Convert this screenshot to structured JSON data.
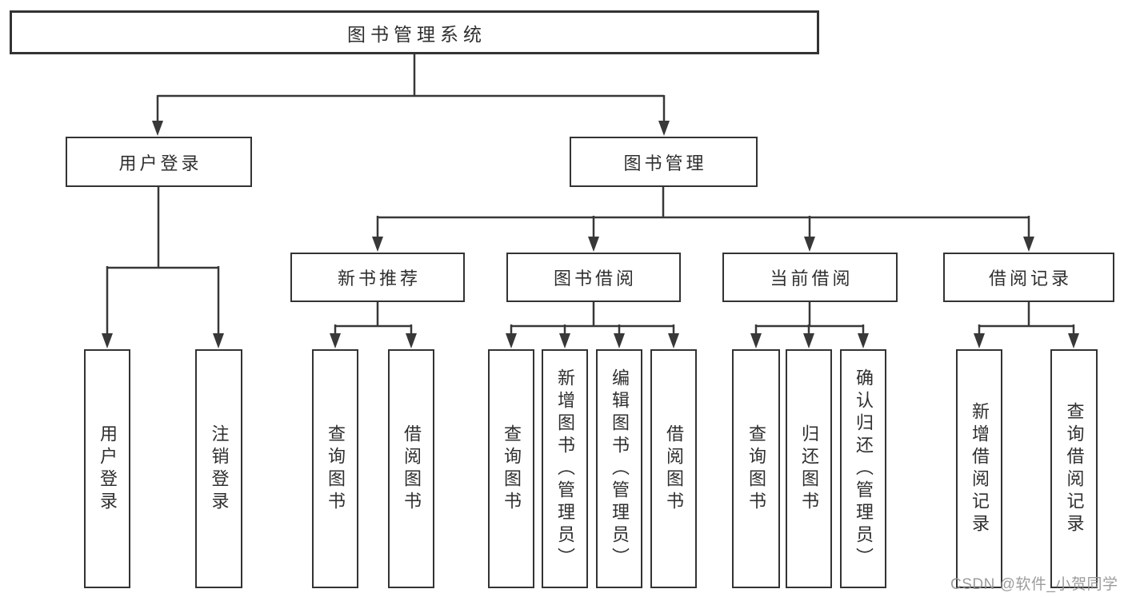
{
  "diagram": {
    "title": "图书管理系统",
    "branches": [
      {
        "label": "用户登录",
        "children": [
          "用户登录",
          "注销登录"
        ]
      },
      {
        "label": "图书管理",
        "groups": [
          {
            "label": "新书推荐",
            "children": [
              "查询图书",
              "借阅图书"
            ]
          },
          {
            "label": "图书借阅",
            "children": [
              "查询图书",
              "新增图书（管理员）",
              "编辑图书（管理员）",
              "借阅图书"
            ]
          },
          {
            "label": "当前借阅",
            "children": [
              "查询图书",
              "归还图书",
              "确认归还（管理员）"
            ]
          },
          {
            "label": "借阅记录",
            "children": [
              "新增借阅记录",
              "查询借阅记录"
            ]
          }
        ]
      }
    ]
  },
  "watermark": {
    "text": "CSDN @软件_小贺同学"
  },
  "colors": {
    "line": "#383838",
    "box_border": "#333333",
    "box_fill": "#ffffff",
    "text": "#2f2f2f",
    "watermark": "#999999",
    "background": "#ffffff"
  }
}
